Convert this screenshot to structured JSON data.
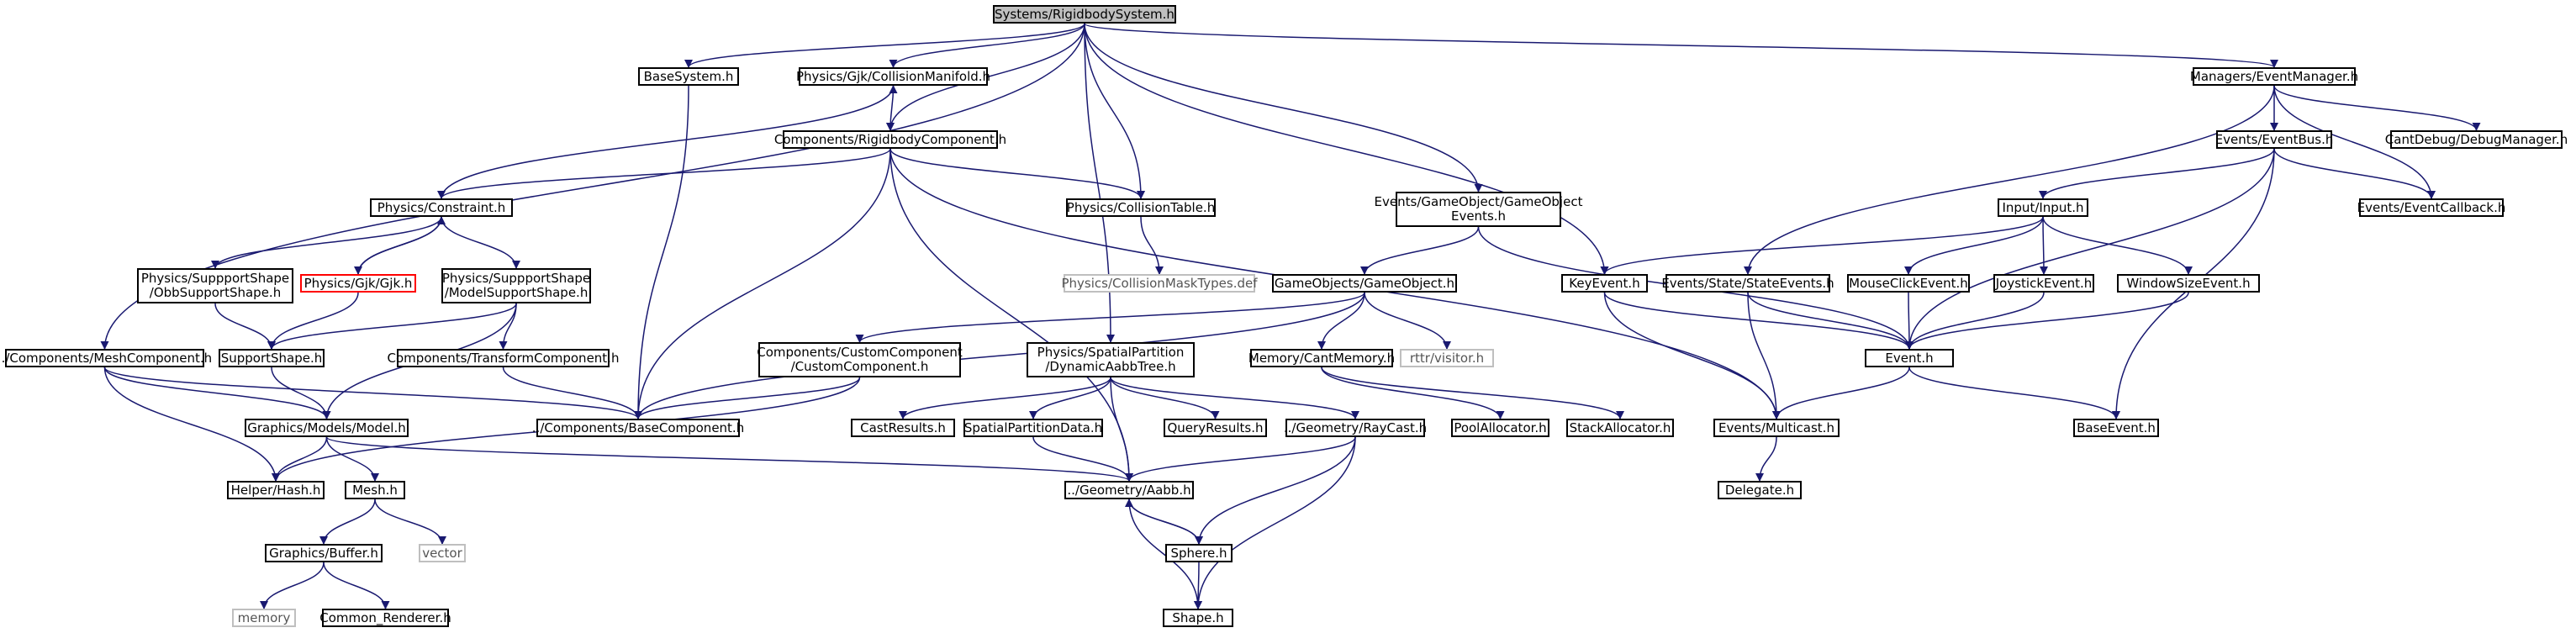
{
  "diagram": {
    "colors": {
      "edge": "#191970",
      "root_fill": "#bfbfbf",
      "node_border": "#000000",
      "external_border": "#bfbfbf",
      "highlight_border": "#ff0000"
    },
    "nodes": {
      "root": "Systems/RigidbodySystem.h",
      "basesystem": "BaseSystem.h",
      "collman": "Physics/Gjk/CollisionManifold.h",
      "eventmgr": "Managers/EventManager.h",
      "rbcomp": "Components/RigidbodyComponent.h",
      "eventbus": "Events/EventBus.h",
      "debugmgr": "CantDebug/DebugManager.h",
      "constraint": "Physics/Constraint.h",
      "colltable": "Physics/CollisionTable.h",
      "goevents": "Events/GameObject/GameObject\nEvents.h",
      "input": "Input/Input.h",
      "eventcb": "Events/EventCallback.h",
      "obbshape": "Physics/SuppportShape\n/ObbSupportShape.h",
      "gjk": "Physics/Gjk/Gjk.h",
      "modelshape": "Physics/SuppportShape\n/ModelSupportShape.h",
      "collmask": "Physics/CollisionMaskTypes.def",
      "gameobject": "GameObjects/GameObject.h",
      "keyevent": "KeyEvent.h",
      "stateevents": "Events/State/StateEvents.h",
      "mouseclick": "MouseClickEvent.h",
      "joystick": "JoystickEvent.h",
      "windowsize": "WindowSizeEvent.h",
      "supportshape": "SupportShape.h",
      "transform": "Components/TransformComponent.h",
      "customcomp": "Components/CustomComponent\n/CustomComponent.h",
      "dynaabb": "Physics/SpatialPartition\n/DynamicAabbTree.h",
      "cantmem": "Memory/CantMemory.h",
      "visitor": "rttr/visitor.h",
      "event": "Event.h",
      "meshcomp": "../Components/MeshComponent.h",
      "model": "Graphics/Models/Model.h",
      "basecomp": "../Components/BaseComponent.h",
      "castresults": "CastResults.h",
      "spdata": "SpatialPartitionData.h",
      "queryresults": "QueryResults.h",
      "raycast": "../Geometry/RayCast.h",
      "poolalloc": "PoolAllocator.h",
      "stackalloc": "StackAllocator.h",
      "multicast": "Events/Multicast.h",
      "baseevent": "BaseEvent.h",
      "hash": "Helper/Hash.h",
      "mesh": "Mesh.h",
      "aabb": "../Geometry/Aabb.h",
      "delegate": "Delegate.h",
      "buffer": "Graphics/Buffer.h",
      "vector": "vector",
      "sphere": "Sphere.h",
      "memory": "memory",
      "renderer": "Common_Renderer.h",
      "shape": "Shape.h"
    }
  }
}
